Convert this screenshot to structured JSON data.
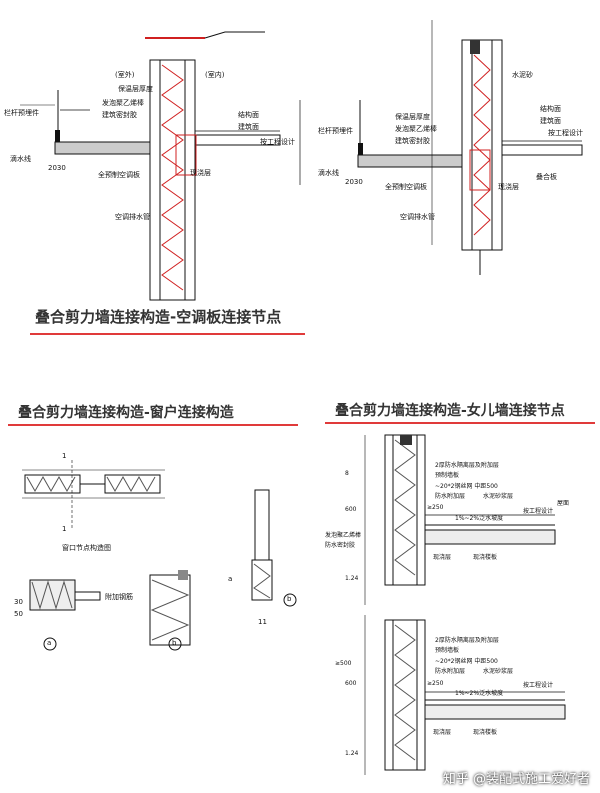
{
  "top_panel": {
    "title": "叠合剪力墙连接构造-空调板连接节点",
    "left_detail": {
      "labels": [
        "(室外)",
        "(室内)",
        "保温层厚度",
        "发泡聚乙烯棒",
        "建筑密封胶",
        "栏杆预埋件",
        "滴水线",
        "全预制空调板",
        "现浇层",
        "空调排水管",
        "结构面",
        "建筑面",
        "按工程设计"
      ],
      "dim_text": "2030"
    },
    "right_detail": {
      "labels": [
        "水泥砂",
        "保温层厚度",
        "发泡聚乙烯棒",
        "建筑密封胶",
        "栏杆预埋件",
        "滴水线",
        "全预制空调板",
        "现浇层",
        "空调排水管",
        "结构面",
        "建筑面",
        "按工程设计",
        "叠合板"
      ],
      "dim_text": "2030"
    }
  },
  "bottom_left_panel": {
    "title": "叠合剪力墙连接构造-窗户连接构造",
    "labels": [
      "1",
      "1",
      "窗口节点构造图",
      "a",
      "b",
      "11",
      "a",
      "b",
      "附加钢筋",
      "30",
      "50"
    ]
  },
  "bottom_right_panel": {
    "title": "叠合剪力墙连接构造-女儿墙连接节点",
    "labels": [
      "2厚防水隔离层及附加层",
      "预制墙板",
      "~20*2钢丝网 中距500",
      "防水附加层",
      "水泥砂浆层",
      "≥250",
      "1%~2%泛水坡度",
      "按工程设计",
      "屋面",
      "发泡聚乙烯棒",
      "防水密封胶",
      "现浇层",
      "现浇楼板",
      "8",
      "600",
      "≥500",
      "600",
      "1.24",
      "1.24"
    ],
    "labels_lower": [
      "2厚防水隔离层及附加层",
      "预制墙板",
      "~20*2钢丝网 中距500",
      "防水附加层",
      "水泥砂浆层",
      "≥250",
      "1%~2%泛水坡度",
      "按工程设计",
      "现浇层",
      "现浇楼板"
    ]
  },
  "watermark": "知乎 @装配式施工爱好者",
  "colors": {
    "accent_rule": "#e03a3a",
    "line": "#111111",
    "hatch": "#555555",
    "red_detail": "#d02020"
  }
}
